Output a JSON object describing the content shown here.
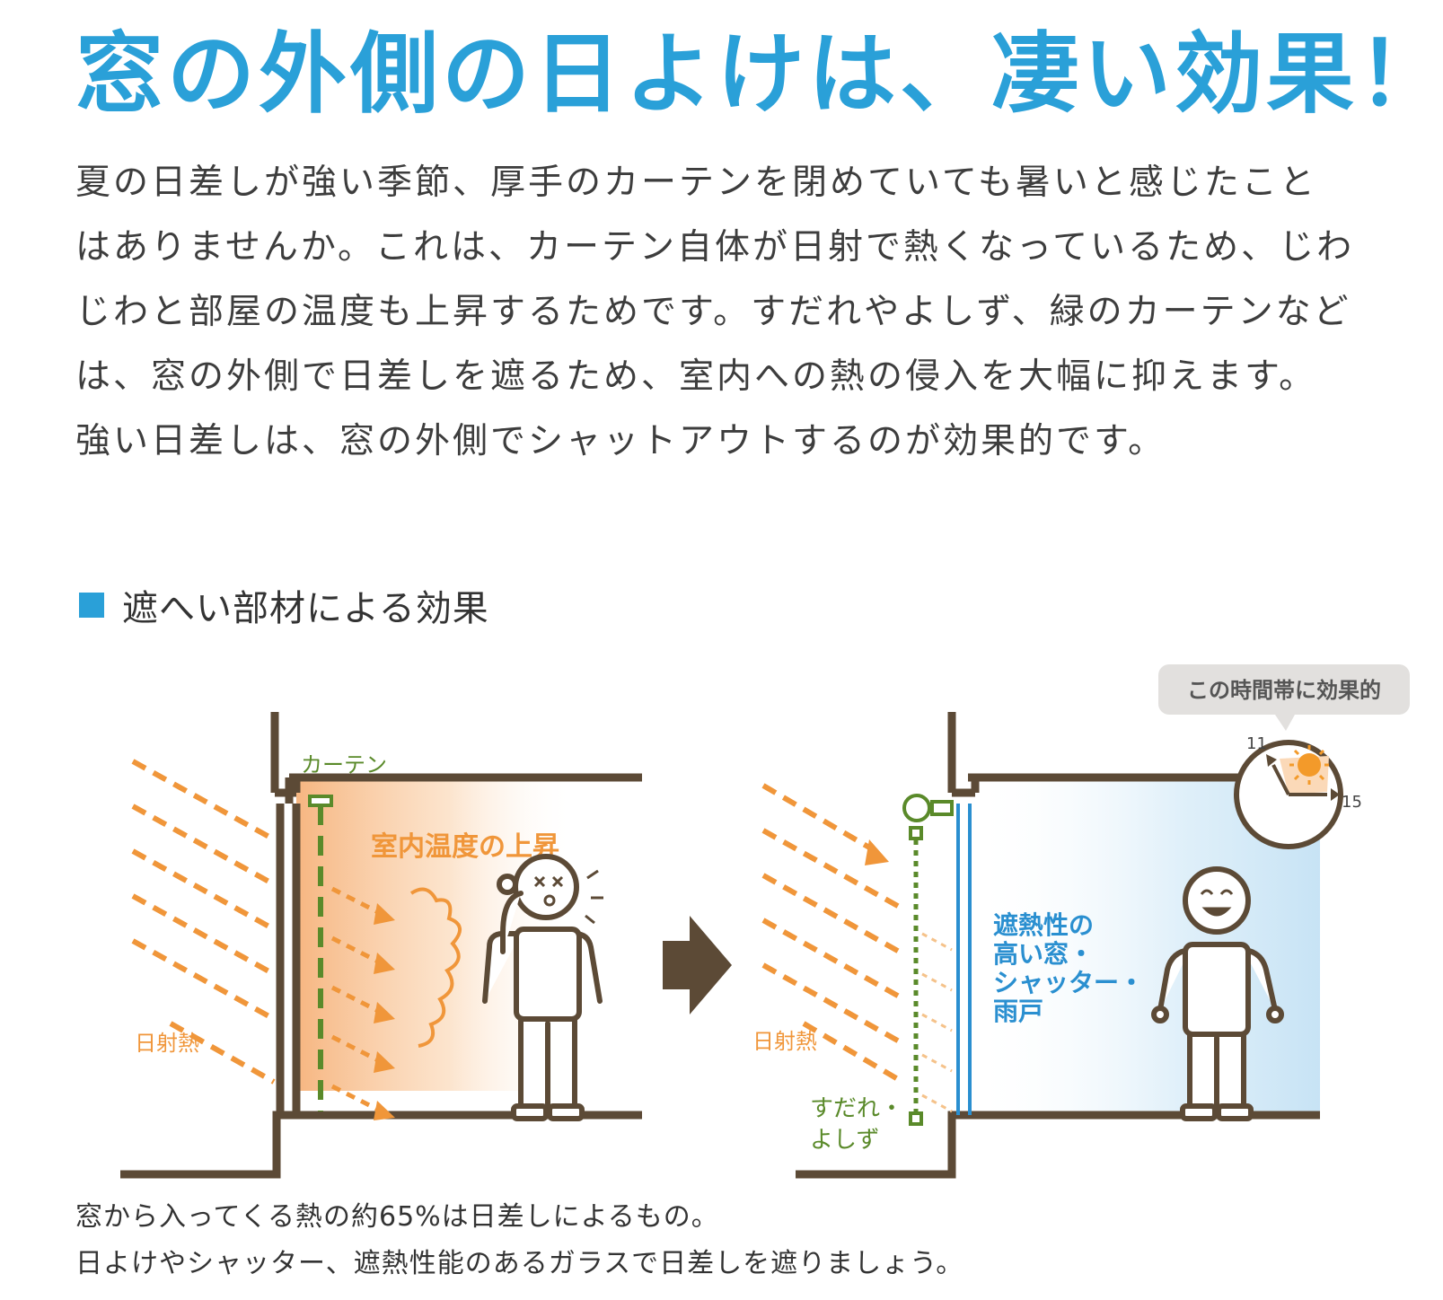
{
  "header": {
    "title": "窓の外側の日よけは、凄い効果！"
  },
  "intro": {
    "lines": [
      "夏の日差しが強い季節、厚手のカーテンを閉めていても暑いと感じたこと",
      "はありませんか。これは、カーテン自体が日射で熱くなっているため、じわ",
      "じわと部屋の温度も上昇するためです。すだれやよしず、緑のカーテンなど",
      "は、窓の外側で日差しを遮るため、室内への熱の侵入を大幅に抑えます。",
      "強い日差しは、窓の外側でシャットアウトするのが効果的です。"
    ]
  },
  "section": {
    "heading": "遮へい部材による効果"
  },
  "left_panel": {
    "curtain_label": "カーテン",
    "room_label": "室内温度の上昇",
    "sun_label": "日射熱"
  },
  "right_panel": {
    "effective_badge": "この時間帯に効果的",
    "clock_start": "11",
    "clock_end": "15",
    "window_label_lines": [
      "遮熱性の",
      "高い窓・",
      "シャッター・",
      "雨戸"
    ],
    "sudare_label_lines": [
      "すだれ・",
      "よしず"
    ],
    "sun_label": "日射熱"
  },
  "caption": {
    "lines": [
      "窓から入ってくる熱の約65%は日差しによるもの。",
      "日よけやシャッター、遮熱性能のあるガラスで日差しを遮りましょう。"
    ]
  },
  "colors": {
    "title_blue": "#2aa0d8",
    "orange": "#f0963a",
    "brown": "#5c4a36",
    "green": "#5a8a2a",
    "window_blue": "#2a8fd0",
    "light_blue": "#cfe8f7",
    "badge_gray": "#e2e0de"
  }
}
